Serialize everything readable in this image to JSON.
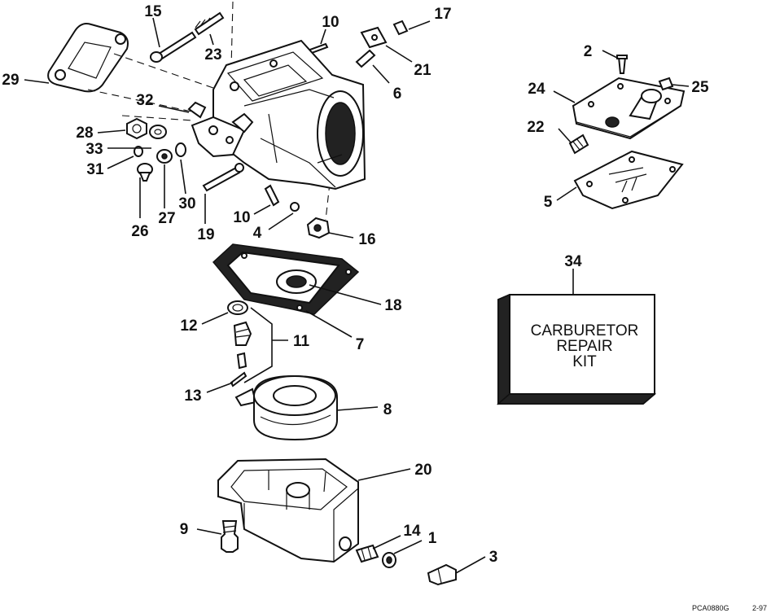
{
  "callouts": {
    "c1": "1",
    "c2": "2",
    "c3": "3",
    "c4": "4",
    "c5": "5",
    "c6": "6",
    "c7": "7",
    "c8": "8",
    "c9": "9",
    "c10a": "10",
    "c10b": "10",
    "c11": "11",
    "c12": "12",
    "c13": "13",
    "c14": "14",
    "c15": "15",
    "c16": "16",
    "c17": "17",
    "c18": "18",
    "c19": "19",
    "c20": "20",
    "c21": "21",
    "c22": "22",
    "c23": "23",
    "c24": "24",
    "c25": "25",
    "c26": "26",
    "c27": "27",
    "c28": "28",
    "c29": "29",
    "c30": "30",
    "c31": "31",
    "c32": "32",
    "c33": "33",
    "c34": "34"
  },
  "kit_box": {
    "line1": "CARBURETOR",
    "line2": "REPAIR",
    "line3": "KIT"
  },
  "figure_code": "PCA0880G",
  "figure_date": "2-97"
}
